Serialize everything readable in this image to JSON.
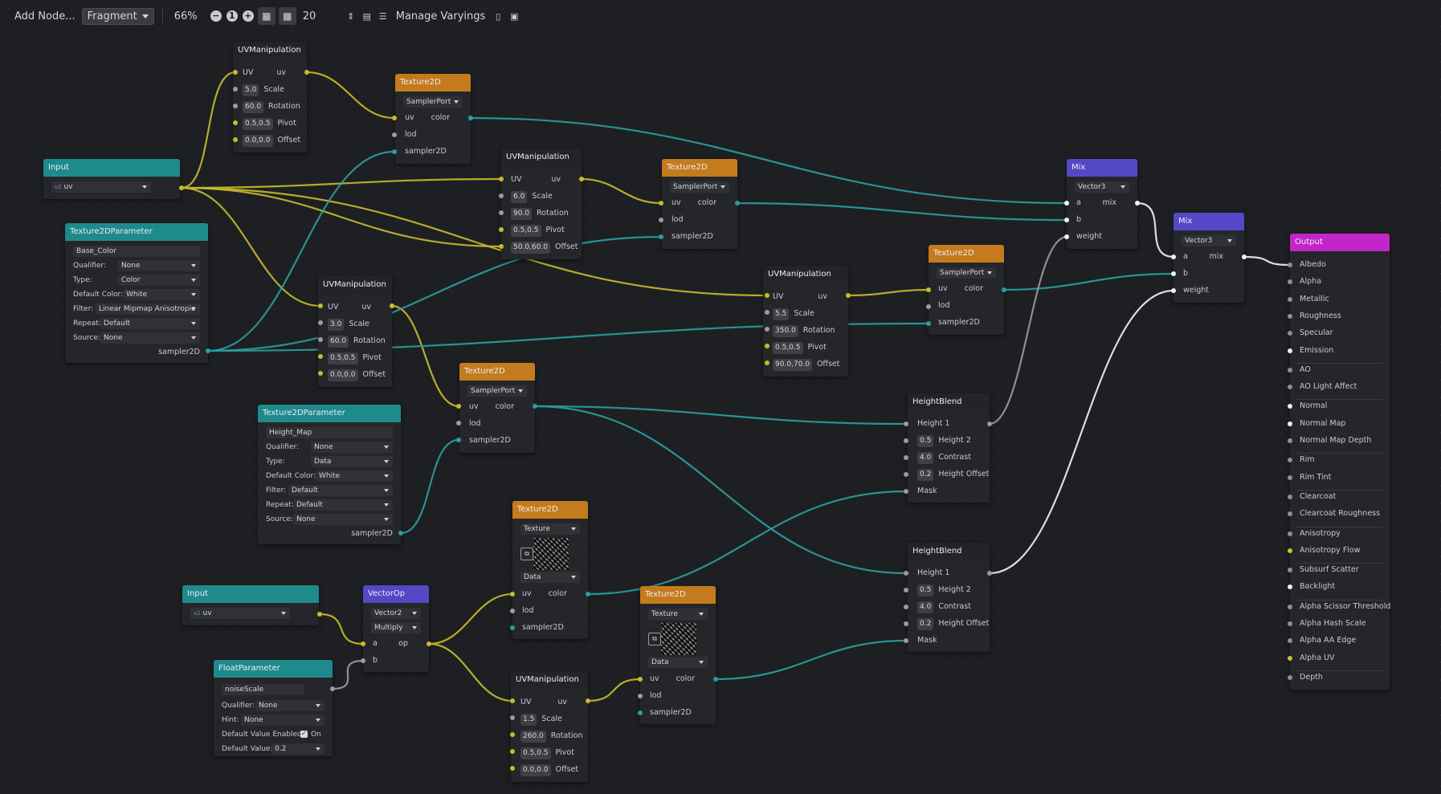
{
  "toolbar": {
    "add_node": "Add Node...",
    "shader_mode": "Fragment",
    "zoom": "66%",
    "zoom_out": "−",
    "zoom_reset": "1",
    "zoom_in": "+",
    "snap_distance": "20",
    "manage_varyings": "Manage Varyings"
  },
  "colors": {
    "input_header": "#1f8a8c",
    "texture_header": "#c47b1e",
    "mix_header": "#5448c7",
    "output_header": "#c226c8",
    "vector_wire": "#c8bb2c",
    "sampler_wire": "#2a9ea1",
    "float_wire": "#9a9ca1",
    "vec3_wire": "#f2f2f2"
  },
  "nodes": {
    "uvm1": {
      "title": "UVManipulation",
      "uv_in": "UV",
      "uv_out": "uv",
      "scale": "5.0",
      "rotation": "60.0",
      "pivot": "0.5,0.5",
      "offset": "0.0,0.0"
    },
    "uvm2": {
      "title": "UVManipulation",
      "uv_in": "UV",
      "uv_out": "uv",
      "scale": "6.0",
      "rotation": "90.0",
      "pivot": "0.5,0.5",
      "offset": "50.0,60.0"
    },
    "uvm3": {
      "title": "UVManipulation",
      "uv_in": "UV",
      "uv_out": "uv",
      "scale": "3.0",
      "rotation": "60.0",
      "pivot": "0.5,0.5",
      "offset": "0.0,0.0"
    },
    "uvm4": {
      "title": "UVManipulation",
      "uv_in": "UV",
      "uv_out": "uv",
      "scale": "5.5",
      "rotation": "350.0",
      "pivot": "0.5,0.5",
      "offset": "90.0,70.0"
    },
    "uvm5": {
      "title": "UVManipulation",
      "uv_in": "UV",
      "uv_out": "uv",
      "scale": "1.5",
      "rotation": "260.0",
      "pivot": "0.5,0.5",
      "offset": "0.0,0.0"
    },
    "tex1": {
      "title": "Texture2D",
      "source": "SamplerPort",
      "uv": "uv",
      "color": "color",
      "lod": "lod",
      "sampler": "sampler2D"
    },
    "tex2": {
      "title": "Texture2D",
      "source": "SamplerPort",
      "uv": "uv",
      "color": "color",
      "lod": "lod",
      "sampler": "sampler2D"
    },
    "tex3": {
      "title": "Texture2D",
      "source": "SamplerPort",
      "uv": "uv",
      "color": "color",
      "lod": "lod",
      "sampler": "sampler2D"
    },
    "tex4": {
      "title": "Texture2D",
      "source": "SamplerPort",
      "uv": "uv",
      "color": "color",
      "lod": "lod",
      "sampler": "sampler2D"
    },
    "tex5": {
      "title": "Texture2D",
      "source": "Texture",
      "type": "Data",
      "uv": "uv",
      "color": "color",
      "lod": "lod",
      "sampler": "sampler2D"
    },
    "tex6": {
      "title": "Texture2D",
      "source": "Texture",
      "type": "Data",
      "uv": "uv",
      "color": "color",
      "lod": "lod",
      "sampler": "sampler2D"
    },
    "input1": {
      "title": "Input",
      "value": "uv",
      "type_badge": "v2"
    },
    "input2": {
      "title": "Input",
      "value": "uv",
      "type_badge": "v2"
    },
    "t2dp1": {
      "title": "Texture2DParameter",
      "name": "Base_Color",
      "qualifier_k": "Qualifier:",
      "qualifier": "None",
      "type_k": "Type:",
      "type": "Color",
      "default_k": "Default Color:",
      "default": "White",
      "filter_k": "Filter:",
      "filter": "Linear Mipmap Anisotropic",
      "repeat_k": "Repeat:",
      "repeat": "Default",
      "source_k": "Source:",
      "source": "None",
      "out": "sampler2D"
    },
    "t2dp2": {
      "title": "Texture2DParameter",
      "name": "Height_Map",
      "qualifier_k": "Qualifier:",
      "qualifier": "None",
      "type_k": "Type:",
      "type": "Data",
      "default_k": "Default Color:",
      "default": "White",
      "filter_k": "Filter:",
      "filter": "Default",
      "repeat_k": "Repeat:",
      "repeat": "Default",
      "source_k": "Source:",
      "source": "None",
      "out": "sampler2D"
    },
    "mix1": {
      "title": "Mix",
      "type": "Vector3",
      "a": "a",
      "out": "mix",
      "b": "b",
      "weight": "weight"
    },
    "mix2": {
      "title": "Mix",
      "type": "Vector3",
      "a": "a",
      "out": "mix",
      "b": "b",
      "weight": "weight"
    },
    "hb1": {
      "title": "HeightBlend",
      "h1": "Height 1",
      "h2": "Height 2",
      "h2v": "0.5",
      "contrast": "Contrast",
      "contrastv": "4.0",
      "offset": "Height Offset",
      "offsetv": "0.2",
      "mask": "Mask"
    },
    "hb2": {
      "title": "HeightBlend",
      "h1": "Height 1",
      "h2": "Height 2",
      "h2v": "0.5",
      "contrast": "Contrast",
      "contrastv": "4.0",
      "offset": "Height Offset",
      "offsetv": "0.2",
      "mask": "Mask"
    },
    "vecop": {
      "title": "VectorOp",
      "type": "Vector2",
      "op_name": "Multiply",
      "a": "a",
      "out": "op",
      "b": "b"
    },
    "floatp": {
      "title": "FloatParameter",
      "name": "noiseScale",
      "qualifier_k": "Qualifier:",
      "qualifier": "None",
      "hint_k": "Hint:",
      "hint": "None",
      "dve_k": "Default Value Enabled:",
      "dve": "On",
      "dv_k": "Default Value:",
      "dv": "0.2"
    },
    "output": {
      "title": "Output",
      "ports": [
        "Albedo",
        "Alpha",
        "Metallic",
        "Roughness",
        "Specular",
        "Emission",
        "AO",
        "AO Light Affect",
        "Normal",
        "Normal Map",
        "Normal Map Depth",
        "Rim",
        "Rim Tint",
        "Clearcoat",
        "Clearcoat Roughness",
        "Anisotropy",
        "Anisotropy Flow",
        "Subsurf Scatter",
        "Backlight",
        "Alpha Scissor Threshold",
        "Alpha Hash Scale",
        "Alpha AA Edge",
        "Alpha UV",
        "Depth"
      ]
    }
  },
  "labels": {
    "scale": "Scale",
    "rotation": "Rotation",
    "pivot": "Pivot",
    "offset": "Offset"
  }
}
